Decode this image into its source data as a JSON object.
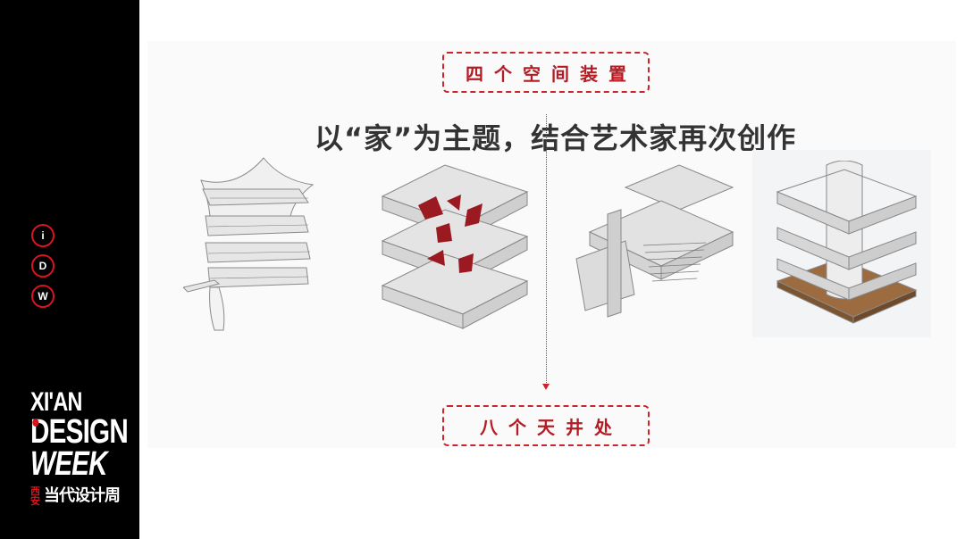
{
  "sidebar": {
    "badges": [
      "i",
      "D",
      "W"
    ],
    "logo": {
      "line1": "XI'AN",
      "line2": "DESIGN",
      "line3": "WEEK",
      "side_cn": "西安",
      "bottom_cn": "当代设计周"
    }
  },
  "slide": {
    "top_label": "四个空间装置",
    "subtitle": "以“家”为主题，结合艺术家再次创作",
    "bottom_label": "八个天井处"
  },
  "colors": {
    "accent_red": "#c9252c",
    "sidebar_bg": "#000000",
    "subtitle_text": "#333333"
  },
  "icons": [
    "arrow-down-icon"
  ]
}
